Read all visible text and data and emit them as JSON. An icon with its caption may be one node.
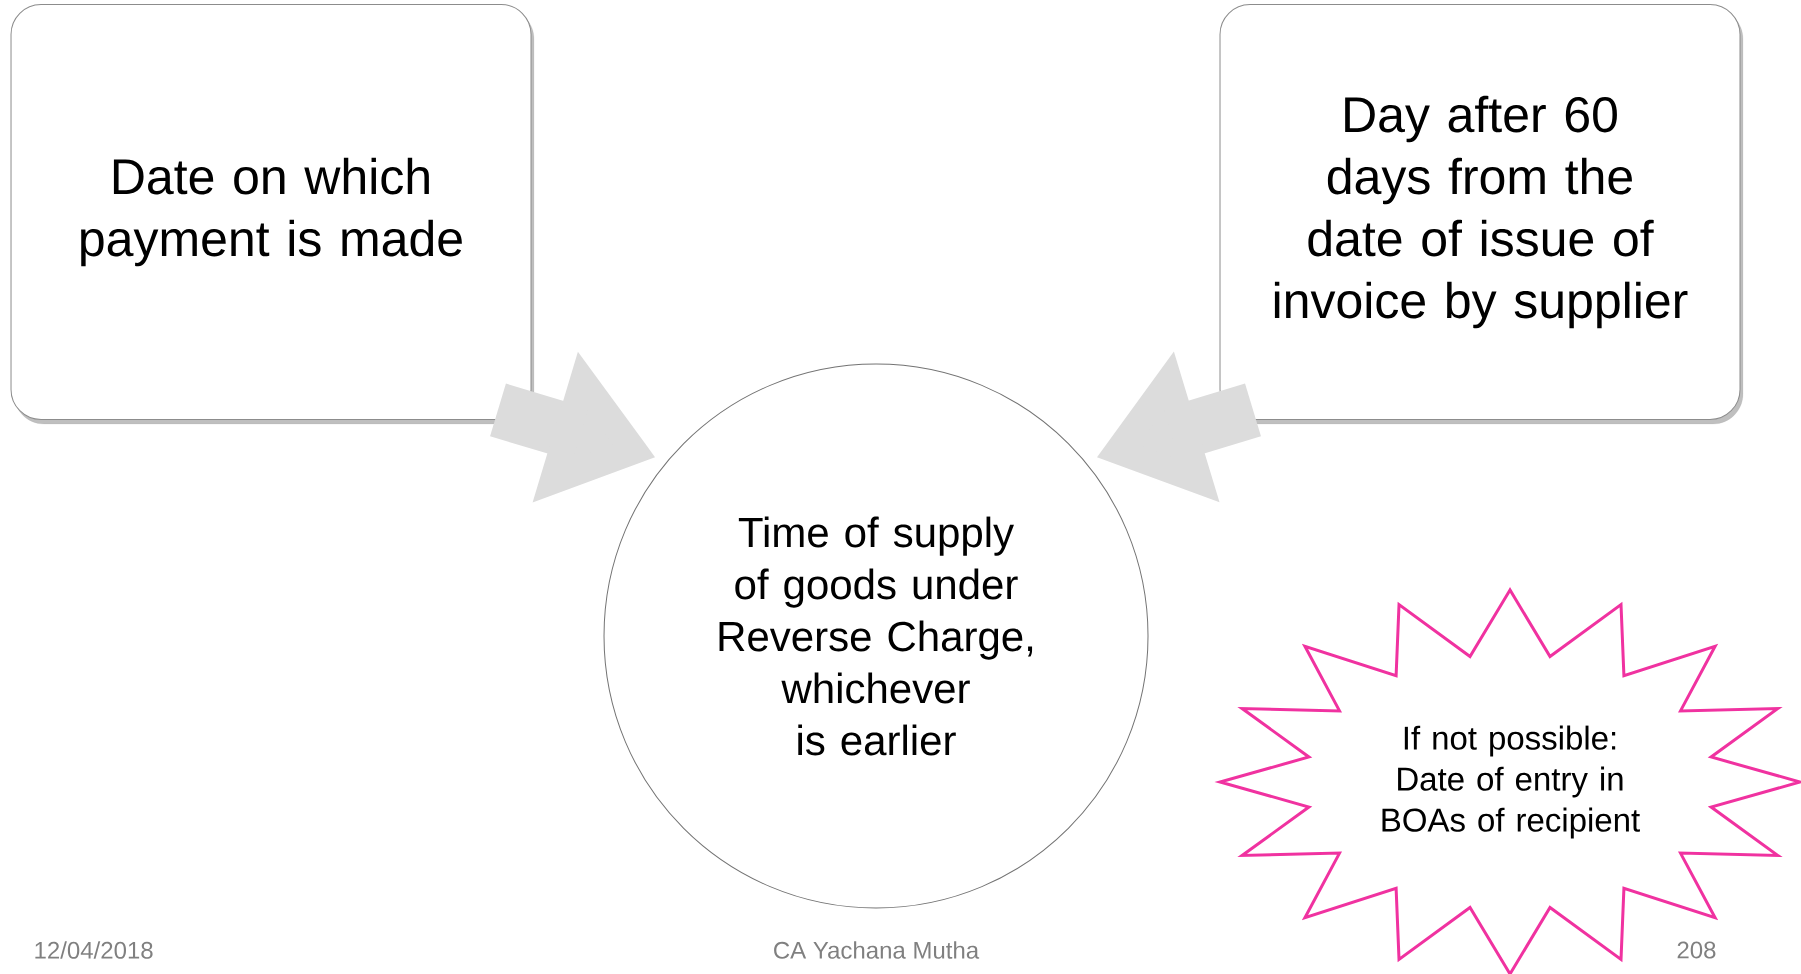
{
  "diagram": {
    "nodes": [
      {
        "text": [
          "Date on which payment is made"
        ]
      },
      {
        "text": [
          "Day after 60 days from the date of issue of invoice by supplier"
        ]
      },
      {
        "text": [
          "Time of supply of goods under Reverse Charge, whichever is earlier"
        ]
      },
      {
        "text": [
          "If not possible: Date of entry in BOAs of recipient"
        ]
      }
    ],
    "edges": [
      {
        "from": 0,
        "to": 2,
        "arrow": "to"
      },
      {
        "from": 1,
        "to": 2,
        "arrow": "to"
      }
    ],
    "labels": [
      "12/04/2018",
      "CA Yachana Mutha",
      "208"
    ]
  }
}
